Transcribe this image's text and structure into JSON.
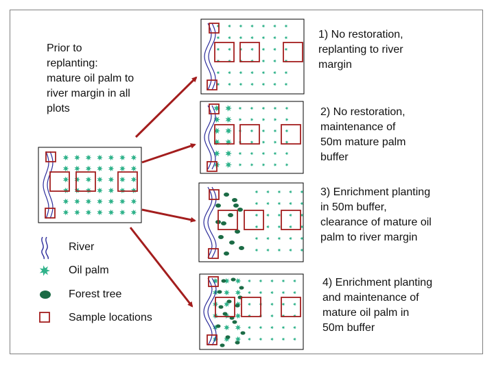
{
  "prior": {
    "lines": [
      "Prior to",
      "replanting:",
      "mature oil palm to",
      "river margin in all",
      "plots"
    ]
  },
  "scenarios": [
    {
      "lines": [
        "1) No restoration,",
        "replanting to river",
        "margin"
      ]
    },
    {
      "lines": [
        "2) No restoration,",
        "maintenance of",
        "50m mature palm",
        "buffer"
      ]
    },
    {
      "lines": [
        "3) Enrichment planting",
        "in 50m buffer,",
        "clearance of mature oil",
        "palm to river margin"
      ]
    },
    {
      "lines": [
        "4) Enrichment planting",
        "and maintenance of",
        "mature oil palm in",
        "50m buffer"
      ]
    }
  ],
  "legend": {
    "river": "River",
    "oil_palm": "Oil palm",
    "forest_tree": "Forest tree",
    "sample": "Sample locations"
  },
  "colors": {
    "river": "#2b2b9a",
    "oil_palm": "#2fb28a",
    "forest_tree": "#1b6b45",
    "sample": "#a31d1d",
    "arrow": "#a31d1d",
    "frame": "#7f7f7f"
  }
}
